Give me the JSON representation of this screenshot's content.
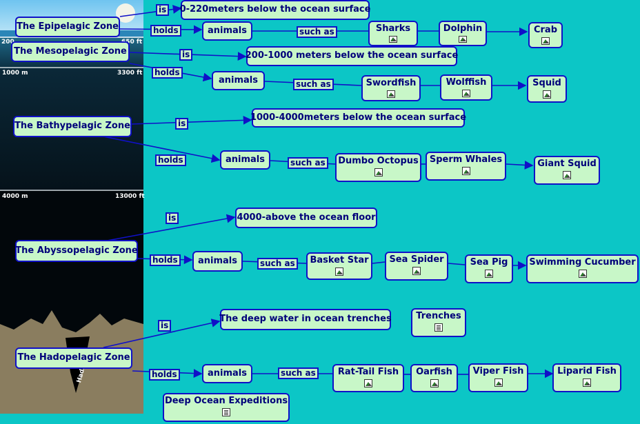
{
  "zones": [
    {
      "name": "The Epipelagic Zone",
      "is_label": "is",
      "description": "0-220meters below the ocean surface",
      "holds_label": "holds",
      "animals_label": "animals",
      "such_as_label": "such as",
      "examples": [
        "Sharks",
        "Dolphin",
        "Crab"
      ]
    },
    {
      "name": "The Mesopelagic Zone",
      "is_label": "is",
      "description": "200-1000 meters below the ocean surface",
      "holds_label": "holds",
      "animals_label": "animals",
      "such_as_label": "such as",
      "examples": [
        "Swordfish",
        "Wolffish",
        "Squid"
      ]
    },
    {
      "name": "The Bathypelagic Zone",
      "is_label": "is",
      "description": "1000-4000meters below the ocean surface",
      "holds_label": "holds",
      "animals_label": "animals",
      "such_as_label": "such as",
      "examples": [
        "Dumbo Octopus",
        "Sperm Whales",
        "Giant Squid"
      ]
    },
    {
      "name": "The Abyssopelagic Zone",
      "is_label": "is",
      "description": "4000-above the ocean floor",
      "holds_label": "holds",
      "animals_label": "animals",
      "such_as_label": "such as",
      "examples": [
        "Basket Star",
        "Sea Spider",
        "Sea Pig",
        "Swimming Cucumber"
      ]
    },
    {
      "name": "The Hadopelagic Zone",
      "is_label": "is",
      "description": "The deep water in ocean trenches",
      "holds_label": "holds",
      "animals_label": "animals",
      "such_as_label": "such as",
      "examples": [
        "Rat-Tail Fish",
        "Oarfish",
        "Viper Fish",
        "Liparid Fish"
      ]
    }
  ],
  "extras": {
    "trenches": "Trenches",
    "expeditions": "Deep Ocean Expeditions"
  },
  "depth_labels": {
    "d200": "200",
    "d650": "650 ft",
    "d1000m": "1000 m",
    "d3300": "3300 ft",
    "d4000m": "4000 m",
    "d13000": "13000 ft",
    "trench_text": "Hadal"
  },
  "icons": {
    "image": "image-icon",
    "document": "document-icon"
  },
  "colors": {
    "background": "#0cc6c6",
    "node_fill": "#c8f7c8",
    "node_border": "#1010c8",
    "text": "#00007a",
    "arrow": "#1010c8"
  }
}
